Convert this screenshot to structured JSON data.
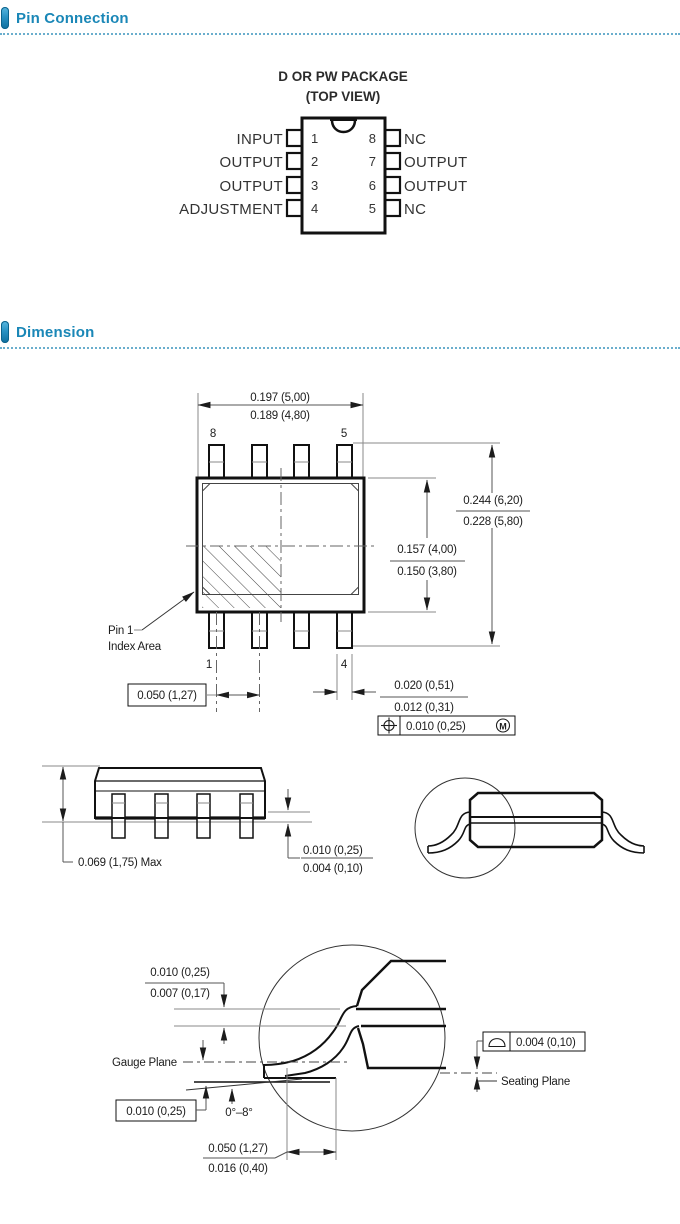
{
  "sections": {
    "pin_connection_title": "Pin Connection",
    "dimension_title": "Dimension"
  },
  "pin_connection": {
    "package_title_line1": "D OR PW PACKAGE",
    "package_title_line2": "(TOP VIEW)",
    "left_pins": [
      {
        "label": "INPUT",
        "number": "1"
      },
      {
        "label": "OUTPUT",
        "number": "2"
      },
      {
        "label": "OUTPUT",
        "number": "3"
      },
      {
        "label": "ADJUSTMENT",
        "number": "4"
      }
    ],
    "right_pins": [
      {
        "label": "NC",
        "number": "8"
      },
      {
        "label": "OUTPUT",
        "number": "7"
      },
      {
        "label": "OUTPUT",
        "number": "6"
      },
      {
        "label": "NC",
        "number": "5"
      }
    ]
  },
  "dimension": {
    "top_view": {
      "width_dim_top": "0.197  (5,00)",
      "width_dim_bottom": "0.189  (4,80)",
      "pin_top_left": "8",
      "pin_top_right": "5",
      "pin_bottom_left": "1",
      "pin_bottom_right": "4",
      "index_label_line1": "Pin 1",
      "index_label_line2": "Index  Area",
      "pitch_dim": "0.050  (1,27)",
      "lead_width_top": "0.020  (0,51)",
      "lead_width_bottom": "0.012  (0,31)",
      "position_tolerance": "0.010  (0,25)",
      "position_modifier": "M",
      "overall_width_top": "0.244  (6,20)",
      "overall_width_bottom": "0.228  (5,80)",
      "body_width_top": "0.157  (4,00)",
      "body_width_bottom": "0.150  (3,80)"
    },
    "side_view": {
      "height_max": "0.069  (1,75)  Max",
      "standoff_top": "0.010  (0,25)",
      "standoff_bottom": "0.004  (0,10)"
    },
    "lead_detail": {
      "thickness_top": "0.010  (0,25)",
      "thickness_bottom": "0.007  (0,17)",
      "gauge_plane_label": "Gauge Plane",
      "seating_plane_label": "Seating Plane",
      "gauge_offset": "0.010  (0,25)",
      "angle": "0°–8°",
      "foot_length_top": "0.050  (1,27)",
      "foot_length_bottom": "0.016  (0,40)",
      "flatness": "0.004  (0,10)"
    }
  }
}
